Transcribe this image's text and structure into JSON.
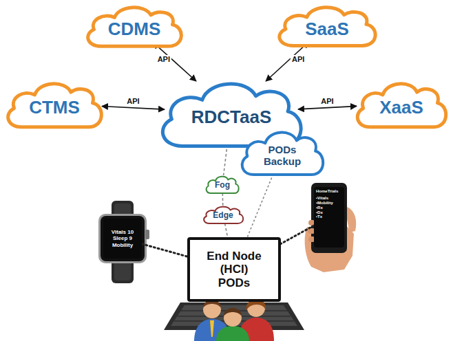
{
  "diagram": {
    "nodes": [
      {
        "text": [
          "CDMS"
        ]
      },
      {
        "text": [
          "SaaS"
        ]
      },
      {
        "text": [
          "CTMS"
        ]
      },
      {
        "text": [
          "RDCTaaS"
        ]
      },
      {
        "text": [
          "XaaS"
        ]
      },
      {
        "text": [
          "PODs Backup"
        ]
      },
      {
        "text": [
          "Fog"
        ]
      },
      {
        "text": [
          "Vitals 10",
          "Sleep 9",
          "Mobility"
        ]
      },
      {
        "text": [
          "Edge"
        ]
      },
      {
        "text": [
          "HomeTrials",
          "•Vitals",
          "•Mobility",
          "•Rx",
          "•Dx",
          "•Tx"
        ]
      },
      {
        "text": [
          "End Node (HCI) PODs"
        ]
      }
    ],
    "edges": [
      {
        "from": 0,
        "to": 3,
        "label": "API",
        "arrow": "both"
      },
      {
        "from": 1,
        "to": 3,
        "label": "API",
        "arrow": "both"
      },
      {
        "from": 2,
        "to": 3,
        "label": "API",
        "arrow": "both"
      },
      {
        "from": 3,
        "to": 4,
        "label": "API",
        "arrow": "both"
      },
      {
        "from": 3,
        "to": 6,
        "arrow": "none"
      },
      {
        "from": 6,
        "to": 8,
        "arrow": "none"
      },
      {
        "from": 8,
        "to": 10,
        "arrow": "none"
      },
      {
        "from": 5,
        "to": 10,
        "arrow": "none"
      },
      {
        "from": 7,
        "to": 10,
        "arrow": "none"
      },
      {
        "from": 9,
        "to": 10,
        "arrow": "none"
      }
    ]
  }
}
